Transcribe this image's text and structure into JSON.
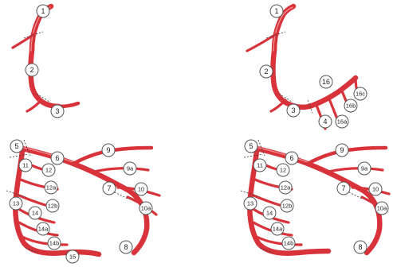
{
  "panels": {
    "top_left": {
      "labels": [
        "1",
        "2",
        "3"
      ]
    },
    "top_right": {
      "labels": [
        "1",
        "2",
        "3",
        "4",
        "16",
        "16a",
        "16b",
        "16c"
      ]
    },
    "bottom_left": {
      "labels": [
        "5",
        "6",
        "9",
        "9a",
        "7",
        "10",
        "10a",
        "8",
        "11",
        "12",
        "12a",
        "12b",
        "13",
        "14",
        "14a",
        "14b",
        "15"
      ]
    },
    "bottom_right": {
      "labels": [
        "5",
        "6",
        "9",
        "9a",
        "7",
        "10",
        "10a",
        "8",
        "11",
        "12",
        "12a",
        "12b",
        "13",
        "14",
        "14a",
        "14b"
      ]
    }
  },
  "colors": {
    "vessel": "#d8333b",
    "highlight": "#f4a2a6",
    "label_border": "#555555"
  }
}
